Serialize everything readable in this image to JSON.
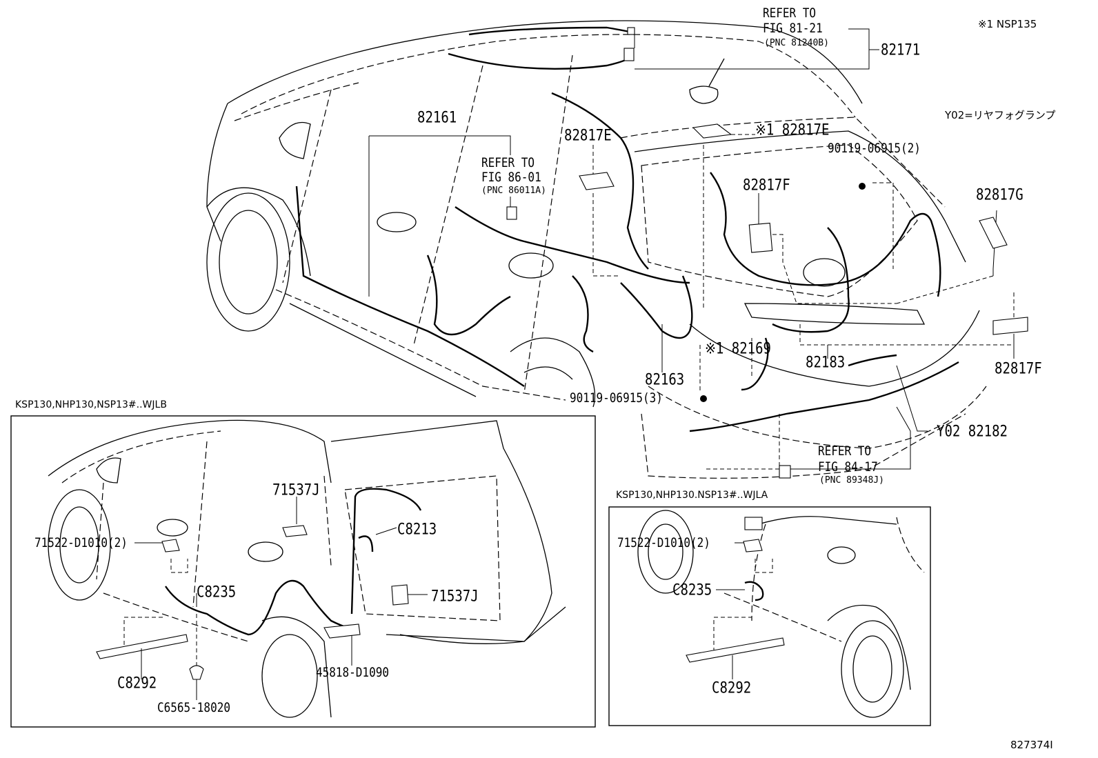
{
  "notes": {
    "nsp": "※1 NSP135",
    "y02": "Y02=リヤフォグランプ",
    "figure_id": "827374I"
  },
  "main": {
    "refer_81": {
      "line1": "REFER TO",
      "line2": "FIG 81-21",
      "line3": "(PNC 81240B)"
    },
    "refer_86": {
      "line1": "REFER TO",
      "line2": "FIG 86-01",
      "line3": "(PNC 86011A)"
    },
    "refer_84": {
      "line1": "REFER TO",
      "line2": "FIG 84-17",
      "line3": "(PNC 89348J)"
    },
    "p82171": "82171",
    "p82161": "82161",
    "p82817E_a": "82817E",
    "p82817E_b": "※1 82817E",
    "p90119_2": "90119-06915(2)",
    "p82817F_a": "82817F",
    "p82817G": "82817G",
    "p82817F_b": "82817F",
    "p82169": "※1 82169",
    "p82183": "82183",
    "p82163": "82163",
    "p90119_3": "90119-06915(3)",
    "p82182": "Y02 82182"
  },
  "inset_left": {
    "header": "KSP130,NHP130,NSP13#..WJLB",
    "p71537J_a": "71537J",
    "p71522": "71522-D1010(2)",
    "pC8213": "C8213",
    "pC8235": "C8235",
    "p71537J_b": "71537J",
    "pC8292": "C8292",
    "p45818": "45818-D1090",
    "pC6565": "C6565-18020"
  },
  "inset_right": {
    "header": "KSP130,NHP130.NSP13#..WJLA",
    "p71522": "71522-D1010(2)",
    "pC8235": "C8235",
    "pC8292": "C8292"
  }
}
